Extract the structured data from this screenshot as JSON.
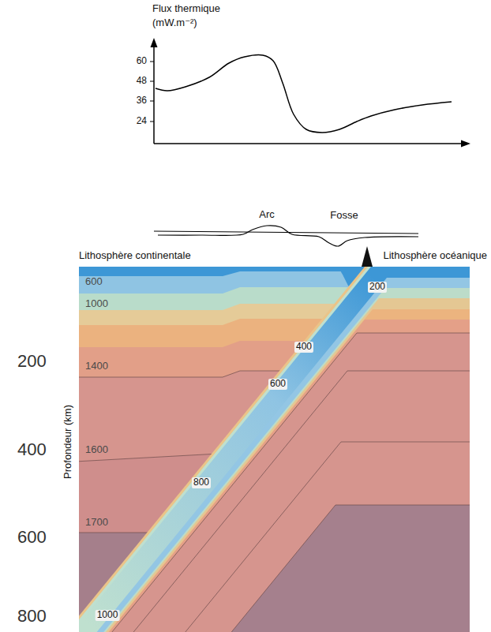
{
  "diagram": {
    "labels": [
      "Flux thermique",
      "(mW.m⁻²)",
      "60",
      "48",
      "36",
      "24",
      "Arc",
      "Fosse",
      "Lithosphère continentale",
      "Lithosphère océanique",
      "600",
      "1000",
      "1400",
      "1600",
      "1700",
      "200",
      "400",
      "600",
      "800",
      "1000",
      "Profondeur (km)",
      "200",
      "400",
      "600",
      "800"
    ]
  }
}
